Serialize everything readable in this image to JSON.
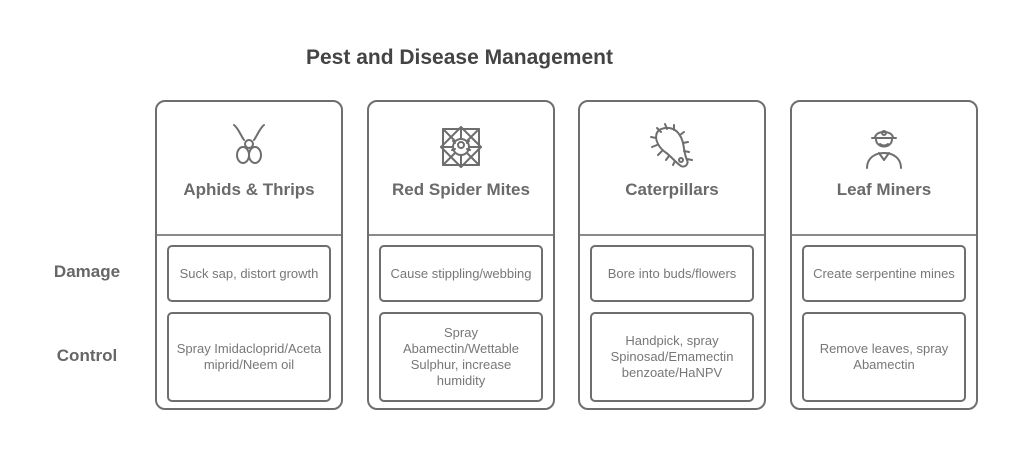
{
  "title": "Pest and Disease Management",
  "row_labels": {
    "damage": "Damage",
    "control": "Control"
  },
  "colors": {
    "border": "#6e6e6e",
    "text": "#777777",
    "heading": "#444444"
  },
  "pests": [
    {
      "name": "Aphids & Thrips",
      "icon": "aphid-icon",
      "damage": "Suck sap, distort growth",
      "control": "Spray Imidacloprid/Acetamiprid/Neem oil"
    },
    {
      "name": "Red Spider Mites",
      "icon": "spider-web-icon",
      "damage": "Cause stippling/webbing",
      "control": "Spray Abamectin/Wettable Sulphur, increase humidity"
    },
    {
      "name": "Caterpillars",
      "icon": "caterpillar-icon",
      "damage": "Bore into buds/flowers",
      "control": "Handpick, spray Spinosad/Emamectin benzoate/HaNPV"
    },
    {
      "name": "Leaf Miners",
      "icon": "miner-icon",
      "damage": "Create serpentine mines",
      "control": "Remove leaves, spray Abamectin"
    }
  ]
}
